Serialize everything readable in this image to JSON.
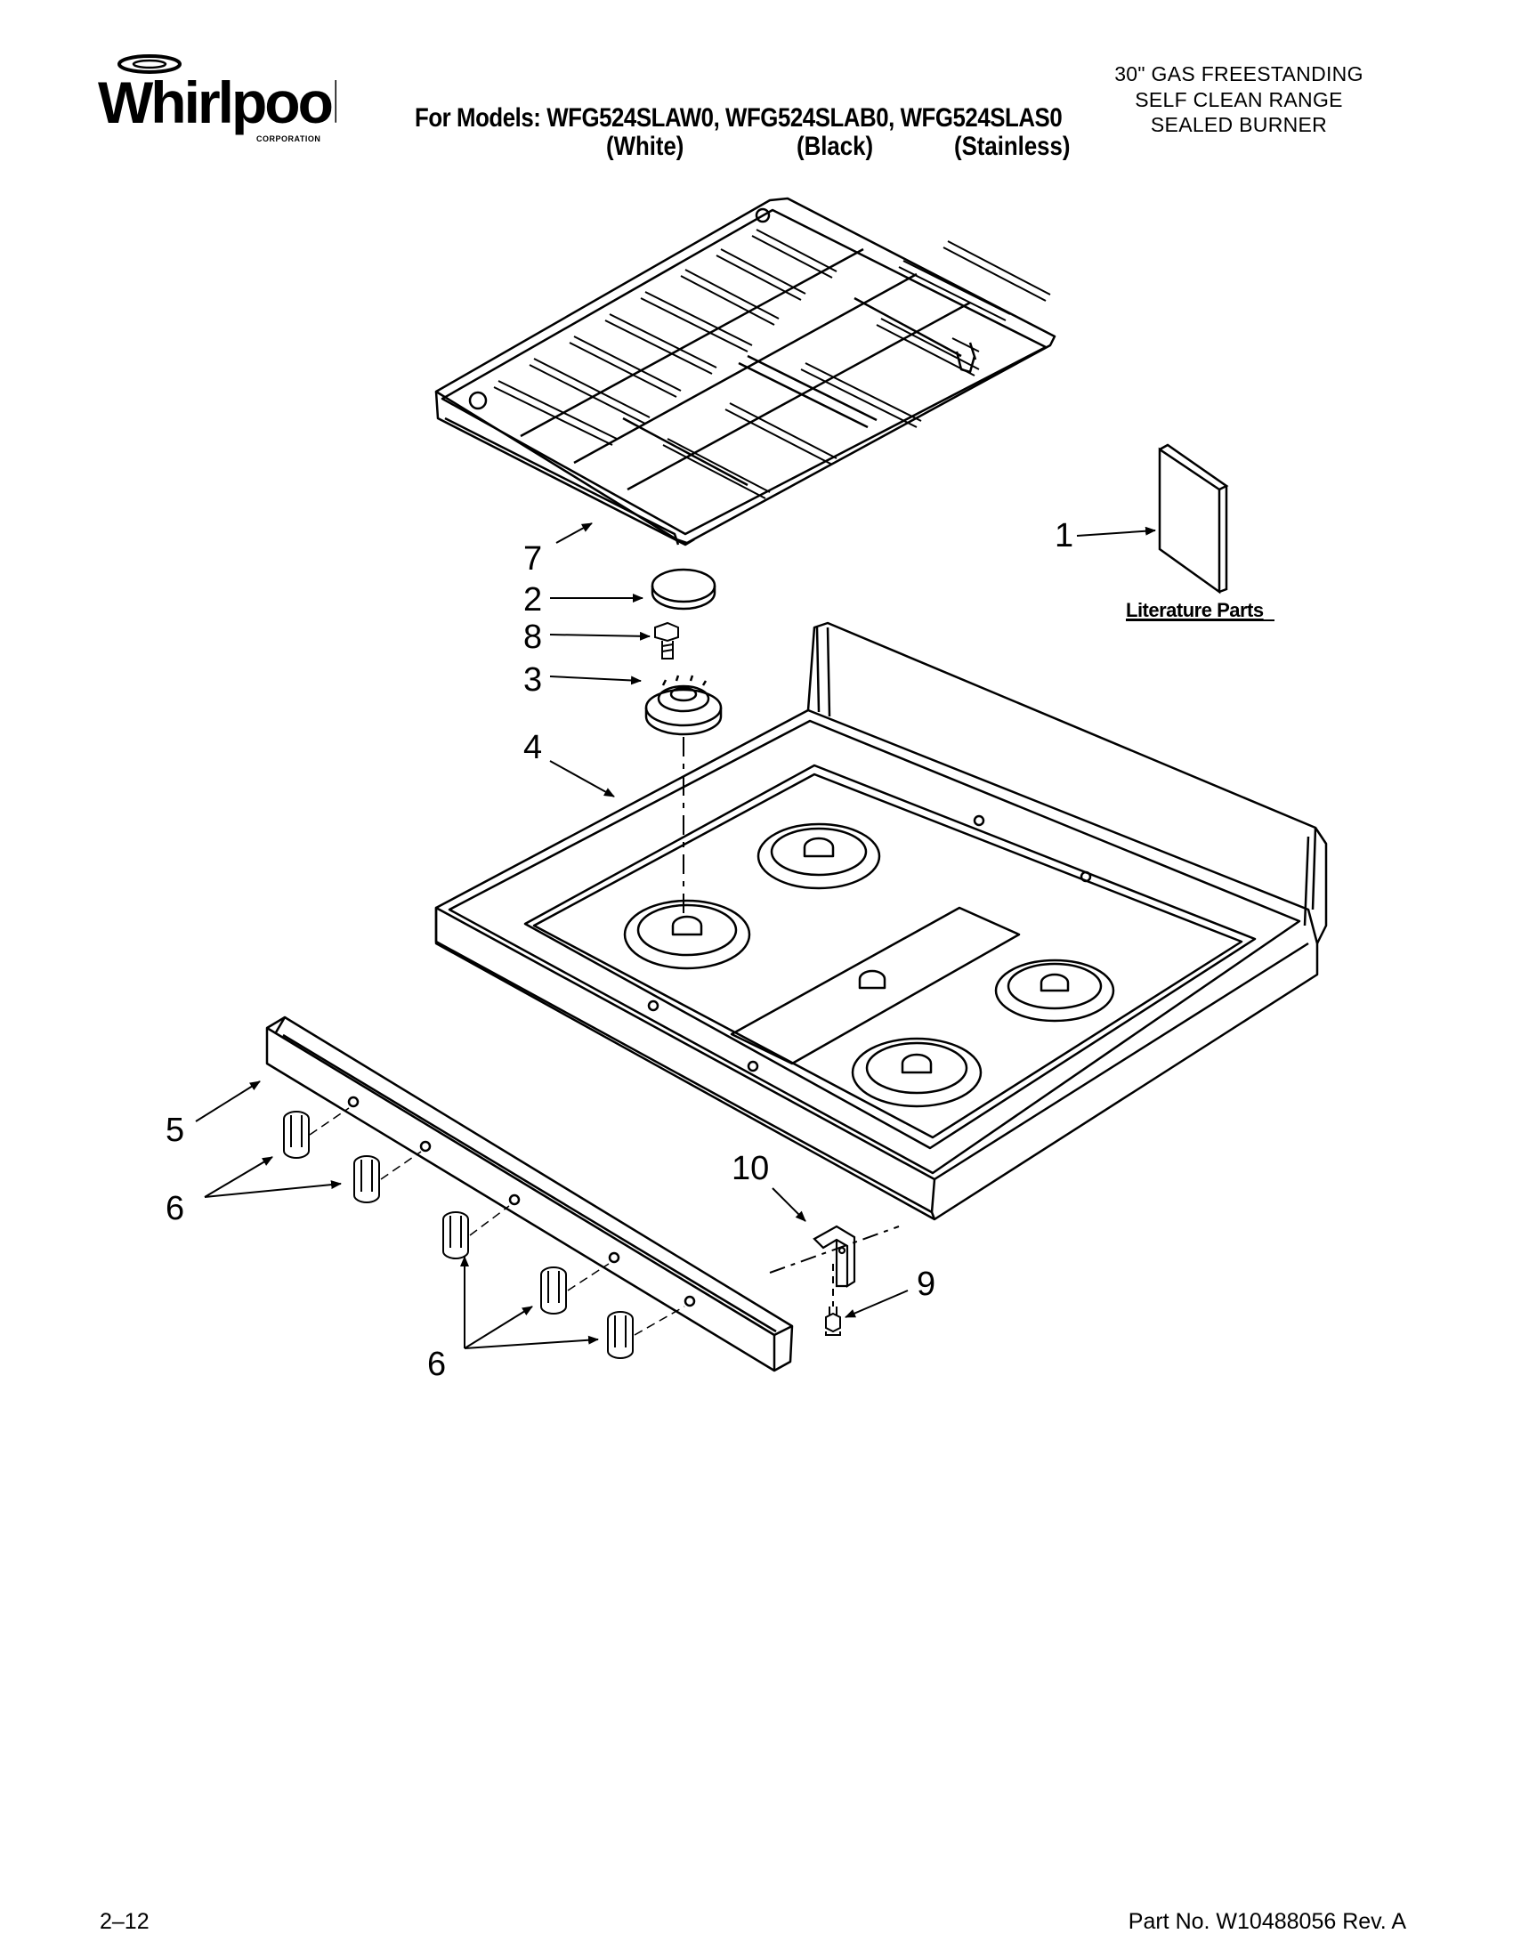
{
  "header": {
    "brand": "Whirlpool",
    "brand_sub": "CORPORATION",
    "models_line": "For Models: WFG524SLAW0, WFG524SLAB0, WFG524SLAS0",
    "variants": [
      "(White)",
      "(Black)",
      "(Stainless)"
    ],
    "description": [
      "30\" GAS FREESTANDING",
      "SELF CLEAN RANGE",
      "SEALED BURNER"
    ]
  },
  "diagram": {
    "callouts": [
      "7",
      "1",
      "2",
      "8",
      "3",
      "4",
      "5",
      "6",
      "6",
      "10",
      "9"
    ],
    "literature_label": "Literature Parts"
  },
  "footer": {
    "page": "2–12",
    "part_no": "Part No. W10488056 Rev. A"
  }
}
